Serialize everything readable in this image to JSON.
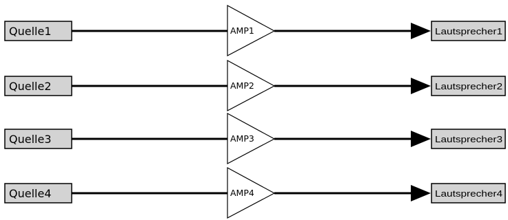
{
  "channels": [
    {
      "source": "Quelle1",
      "amp": "AMP1",
      "speaker": "Lautsprecher1"
    },
    {
      "source": "Quelle2",
      "amp": "AMP2",
      "speaker": "Lautsprecher2"
    },
    {
      "source": "Quelle3",
      "amp": "AMP3",
      "speaker": "Lautsprecher3"
    },
    {
      "source": "Quelle4",
      "amp": "AMP4",
      "speaker": "Lautsprecher4"
    }
  ]
}
